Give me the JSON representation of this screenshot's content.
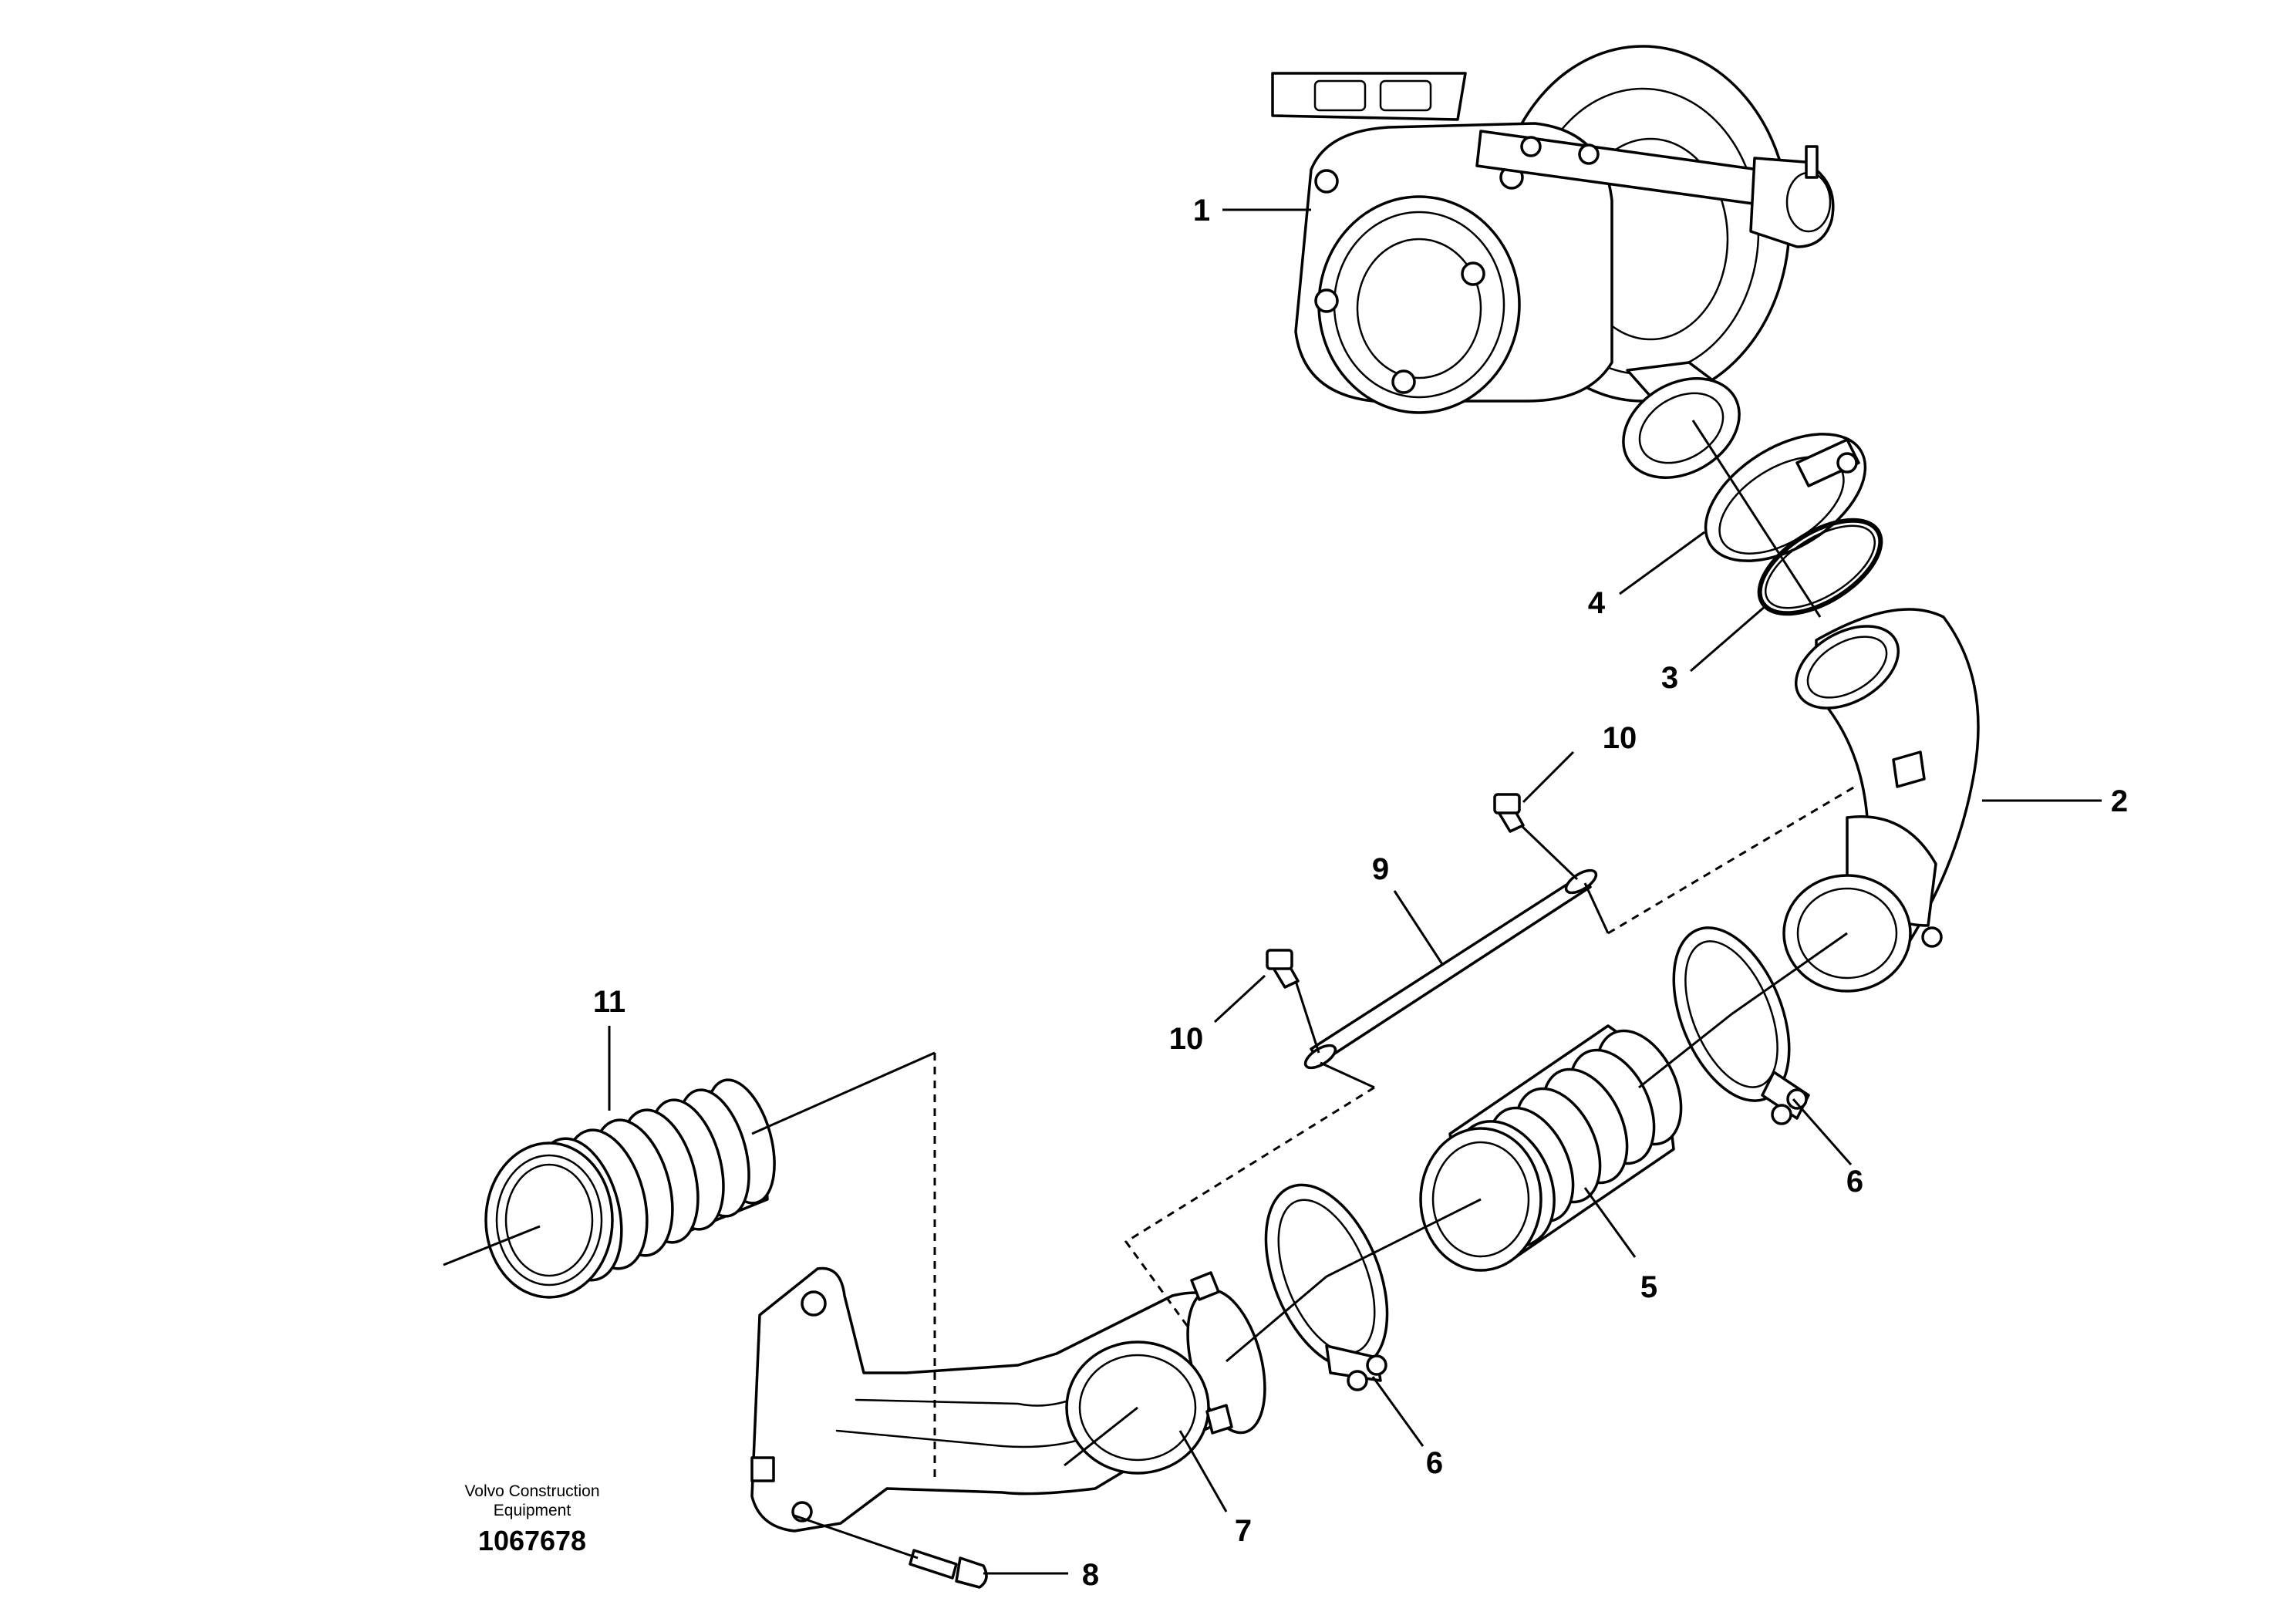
{
  "callouts": {
    "c1": "1",
    "c2": "2",
    "c3": "3",
    "c4": "4",
    "c5": "5",
    "c6a": "6",
    "c6b": "6",
    "c7": "7",
    "c8": "8",
    "c9": "9",
    "c10a": "10",
    "c10b": "10",
    "c11": "11"
  },
  "footer": {
    "brand_line1": "Volvo Construction",
    "brand_line2": "Equipment",
    "doc_number": "1067678"
  }
}
